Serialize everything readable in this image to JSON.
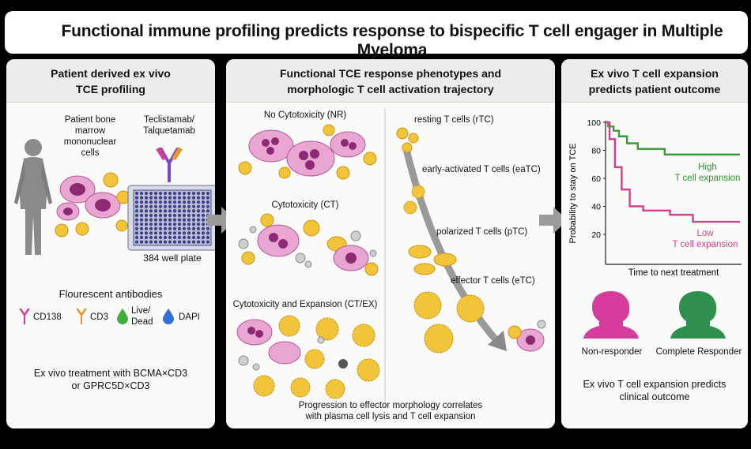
{
  "title": "Functional immune profiling predicts response to bispecific T cell engager in Multiple Myeloma",
  "panel1": {
    "heading_line1": "Patient derived ex vivo",
    "heading_line2": "TCE profiling",
    "cells_label_line1": "Patient bone",
    "cells_label_line2": "marrow",
    "cells_label_line3": "mononuclear",
    "cells_label_line4": "cells",
    "drug_label_line1": "Teclistamab/",
    "drug_label_line2": "Talquetamab",
    "plate_label": "384 well plate",
    "antibodies_heading": "Flourescent antibodies",
    "antibodies": [
      {
        "label": "CD138",
        "icon": "antibody-icon",
        "color": "#d63c9c"
      },
      {
        "label": "CD3",
        "icon": "antibody-icon",
        "color": "#e8962a"
      },
      {
        "label_line1": "Live/",
        "label_line2": "Dead",
        "icon": "droplet-icon",
        "color": "#3fae3f"
      },
      {
        "label": "DAPI",
        "icon": "droplet-icon",
        "color": "#2f6fd6"
      }
    ],
    "treatment_line1": "Ex vivo treatment with BCMA×CD3",
    "treatment_line2": "or GPRC5D×CD3"
  },
  "panel2": {
    "heading_line1": "Functional TCE response phenotypes and",
    "heading_line2": "morphologic T cell activation trajectory",
    "phenotypes": [
      "No Cytotoxicity (NR)",
      "Cytotoxicity (CT)",
      "Cytotoxicity and Expansion (CT/EX)"
    ],
    "trajectory": [
      "resting T cells (rTC)",
      "early-activated T cells (eaTC)",
      "polarized T cells (pTC)",
      "effector T cells (eTC)"
    ],
    "footer_line1": "Progression to effector morphology correlates",
    "footer_line2": "with plasma cell lysis and T cell expansion"
  },
  "panel3": {
    "heading_line1": "Ex vivo T cell expansion",
    "heading_line2": "predicts patient outcome",
    "chart_data": {
      "type": "line",
      "ylabel": "Probability to stay on TCE",
      "xlabel": "Time to next treatment",
      "y_ticks": [
        20,
        40,
        60,
        80,
        100
      ],
      "ylim": [
        20,
        100
      ],
      "series": [
        {
          "name_line1": "High",
          "name_line2": "T cell expansion",
          "color": "#3a9a3a",
          "steps": [
            [
              0,
              100
            ],
            [
              2,
              97
            ],
            [
              6,
              94
            ],
            [
              10,
              90
            ],
            [
              16,
              85
            ],
            [
              24,
              81
            ],
            [
              44,
              77
            ],
            [
              100,
              77
            ]
          ]
        },
        {
          "name_line1": "Low",
          "name_line2": "T cell expansion",
          "color": "#d63c8c",
          "steps": [
            [
              0,
              100
            ],
            [
              3,
              88
            ],
            [
              7,
              68
            ],
            [
              12,
              52
            ],
            [
              18,
              40
            ],
            [
              28,
              37
            ],
            [
              48,
              34
            ],
            [
              65,
              29
            ],
            [
              100,
              29
            ]
          ]
        }
      ]
    },
    "non_responder": "Non-responder",
    "complete_responder": "Complete Responder",
    "non_responder_color": "#d63c9c",
    "complete_responder_color": "#2f8f4f",
    "footer_line1": "Ex vivo T cell expansion predicts",
    "footer_line2": "clinical outcome"
  }
}
